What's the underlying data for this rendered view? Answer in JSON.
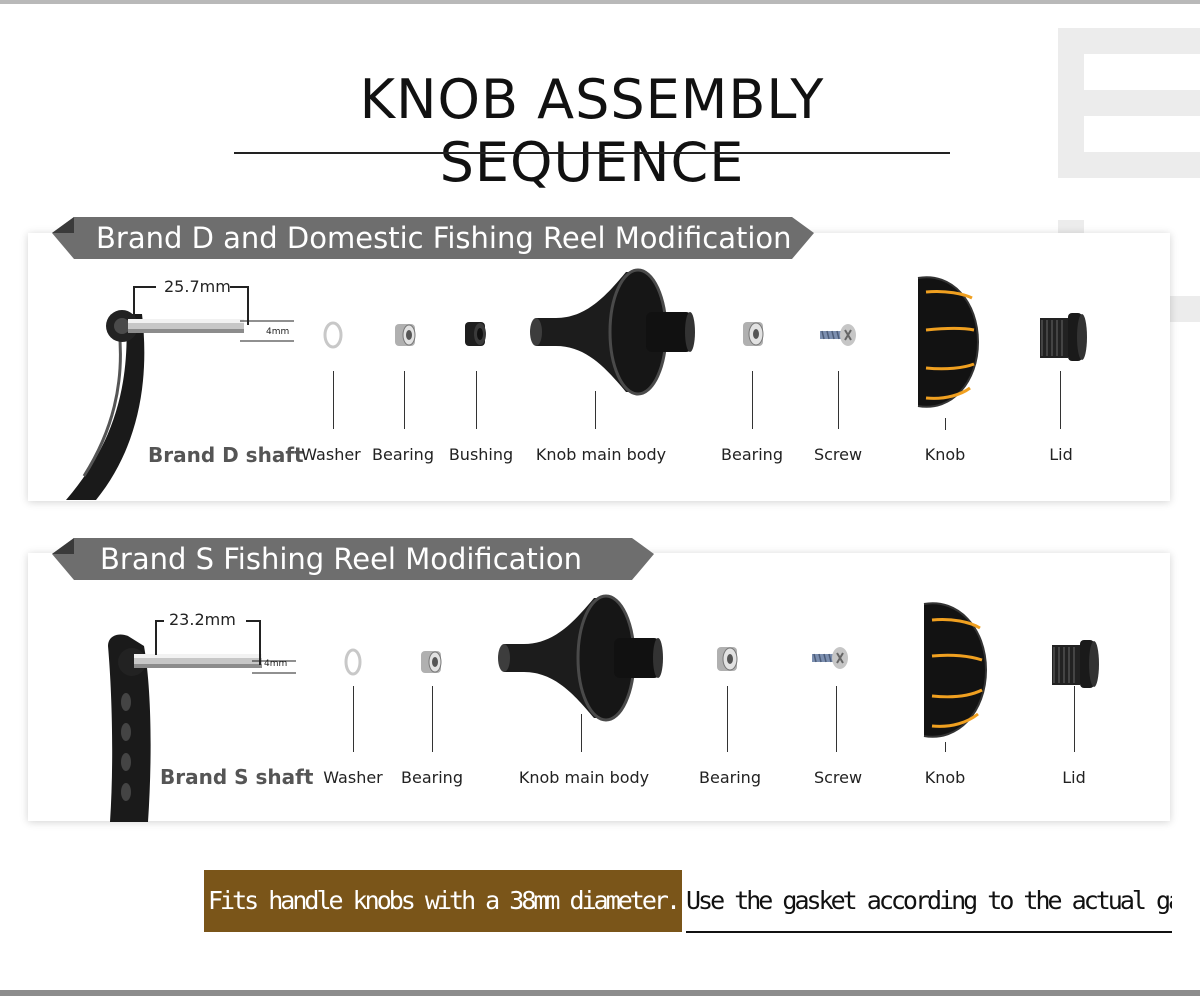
{
  "title": "KNOB ASSEMBLY SEQUENCE",
  "colors": {
    "accent_gold": "#7a5519",
    "banner_gray": "#6e6e6e",
    "knob_orange": "#f0a020"
  },
  "sections": [
    {
      "banner": "Brand D and Domestic Fishing Reel Modification",
      "shaft_label": "Brand D shaft",
      "shaft_length": "25.7mm",
      "shaft_diameter": "4mm",
      "parts": [
        "Washer",
        "Bearing",
        "Bushing",
        "Knob main body",
        "Bearing",
        "Screw",
        "Knob",
        "Lid"
      ]
    },
    {
      "banner": "Brand S Fishing Reel Modification",
      "shaft_label": "Brand S shaft",
      "shaft_length": "23.2mm",
      "shaft_diameter": "4mm",
      "parts": [
        "Washer",
        "Bearing",
        "Knob main body",
        "Bearing",
        "Screw",
        "Knob",
        "Lid"
      ]
    }
  ],
  "footer": {
    "highlight": "Fits handle knobs with a 38mm diameter.",
    "plain": "Use the gasket according to the actual gap."
  }
}
